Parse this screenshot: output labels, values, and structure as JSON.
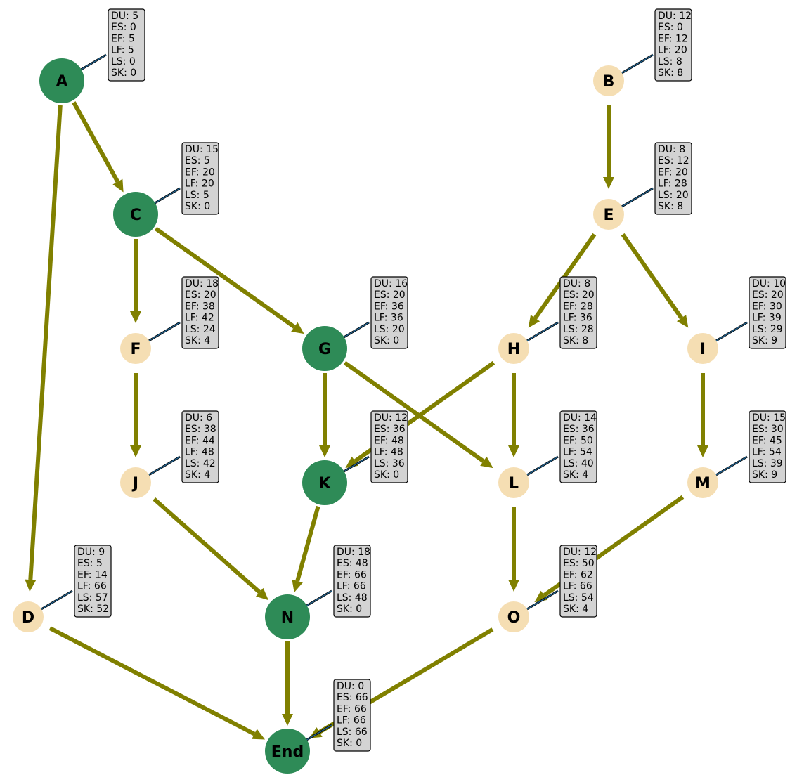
{
  "colors": {
    "critical": "#2e8b57",
    "noncritical": "#f5deb3",
    "edge": "#808000",
    "box_fill": "#d3d3d3",
    "box_stroke": "#000000",
    "pointer": "#1f5f8b"
  },
  "nodes": [
    {
      "id": "A",
      "label": "A",
      "critical": true,
      "info": [
        "DU: 5",
        "ES: 0",
        "EF: 5",
        "LF: 5",
        "LS: 0",
        "SK: 0"
      ]
    },
    {
      "id": "B",
      "label": "B",
      "critical": false,
      "info": [
        "DU: 12",
        "ES: 0",
        "EF: 12",
        "LF: 20",
        "LS: 8",
        "SK: 8"
      ]
    },
    {
      "id": "C",
      "label": "C",
      "critical": true,
      "info": [
        "DU: 15",
        "ES: 5",
        "EF: 20",
        "LF: 20",
        "LS: 5",
        "SK: 0"
      ]
    },
    {
      "id": "E",
      "label": "E",
      "critical": false,
      "info": [
        "DU: 8",
        "ES: 12",
        "EF: 20",
        "LF: 28",
        "LS: 20",
        "SK: 8"
      ]
    },
    {
      "id": "F",
      "label": "F",
      "critical": false,
      "info": [
        "DU: 18",
        "ES: 20",
        "EF: 38",
        "LF: 42",
        "LS: 24",
        "SK: 4"
      ]
    },
    {
      "id": "G",
      "label": "G",
      "critical": true,
      "info": [
        "DU: 16",
        "ES: 20",
        "EF: 36",
        "LF: 36",
        "LS: 20",
        "SK: 0"
      ]
    },
    {
      "id": "H",
      "label": "H",
      "critical": false,
      "info": [
        "DU: 8",
        "ES: 20",
        "EF: 28",
        "LF: 36",
        "LS: 28",
        "SK: 8"
      ]
    },
    {
      "id": "I",
      "label": "I",
      "critical": false,
      "info": [
        "DU: 10",
        "ES: 20",
        "EF: 30",
        "LF: 39",
        "LS: 29",
        "SK: 9"
      ]
    },
    {
      "id": "J",
      "label": "J",
      "critical": false,
      "info": [
        "DU: 6",
        "ES: 38",
        "EF: 44",
        "LF: 48",
        "LS: 42",
        "SK: 4"
      ]
    },
    {
      "id": "K",
      "label": "K",
      "critical": true,
      "info": [
        "DU: 12",
        "ES: 36",
        "EF: 48",
        "LF: 48",
        "LS: 36",
        "SK: 0"
      ]
    },
    {
      "id": "L",
      "label": "L",
      "critical": false,
      "info": [
        "DU: 14",
        "ES: 36",
        "EF: 50",
        "LF: 54",
        "LS: 40",
        "SK: 4"
      ]
    },
    {
      "id": "M",
      "label": "M",
      "critical": false,
      "info": [
        "DU: 15",
        "ES: 30",
        "EF: 45",
        "LF: 54",
        "LS: 39",
        "SK: 9"
      ]
    },
    {
      "id": "D",
      "label": "D",
      "critical": false,
      "info": [
        "DU: 9",
        "ES: 5",
        "EF: 14",
        "LF: 66",
        "LS: 57",
        "SK: 52"
      ]
    },
    {
      "id": "N",
      "label": "N",
      "critical": true,
      "info": [
        "DU: 18",
        "ES: 48",
        "EF: 66",
        "LF: 66",
        "LS: 48",
        "SK: 0"
      ]
    },
    {
      "id": "O",
      "label": "O",
      "critical": false,
      "info": [
        "DU: 12",
        "ES: 50",
        "EF: 62",
        "LF: 66",
        "LS: 54",
        "SK: 4"
      ]
    },
    {
      "id": "End",
      "label": "End",
      "critical": true,
      "info": [
        "DU: 0",
        "ES: 66",
        "EF: 66",
        "LF: 66",
        "LS: 66",
        "SK: 0"
      ]
    }
  ],
  "edges": [
    [
      "A",
      "C"
    ],
    [
      "A",
      "D"
    ],
    [
      "B",
      "E"
    ],
    [
      "C",
      "F"
    ],
    [
      "C",
      "G"
    ],
    [
      "E",
      "H"
    ],
    [
      "E",
      "I"
    ],
    [
      "F",
      "J"
    ],
    [
      "G",
      "K"
    ],
    [
      "G",
      "L"
    ],
    [
      "H",
      "K"
    ],
    [
      "H",
      "L"
    ],
    [
      "I",
      "M"
    ],
    [
      "J",
      "N"
    ],
    [
      "K",
      "N"
    ],
    [
      "L",
      "O"
    ],
    [
      "M",
      "O"
    ],
    [
      "D",
      "End"
    ],
    [
      "N",
      "End"
    ],
    [
      "O",
      "End"
    ]
  ]
}
